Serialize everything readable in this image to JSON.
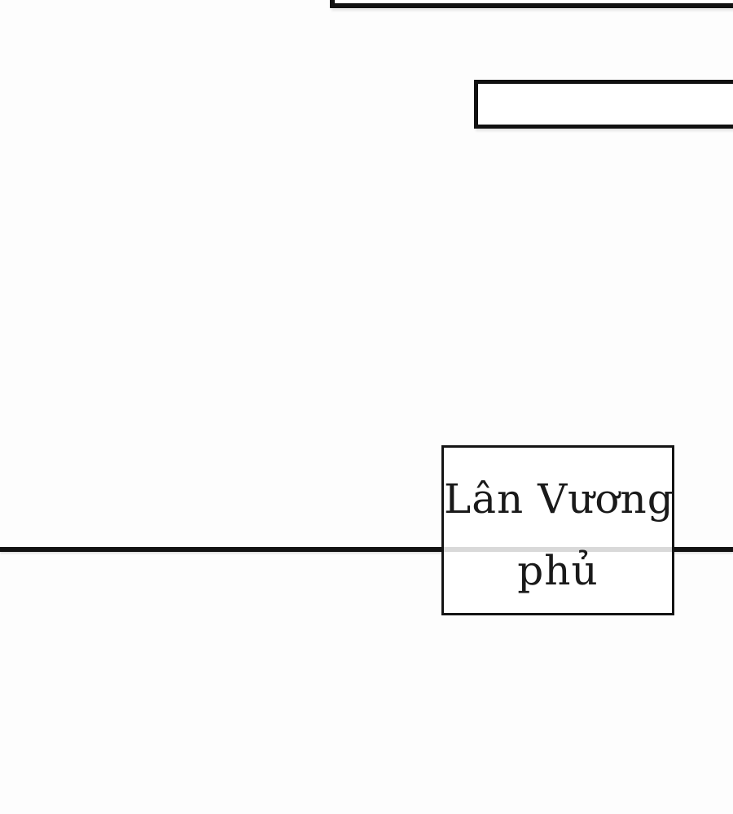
{
  "page_type": "comic-page",
  "caption": {
    "line1": "Lân Vương",
    "line2": "phủ",
    "full_text": "Lân Vương phủ"
  },
  "colors": {
    "ink": "#141414",
    "paper": "#ffffff",
    "muted_line": "#d9d9d9"
  }
}
